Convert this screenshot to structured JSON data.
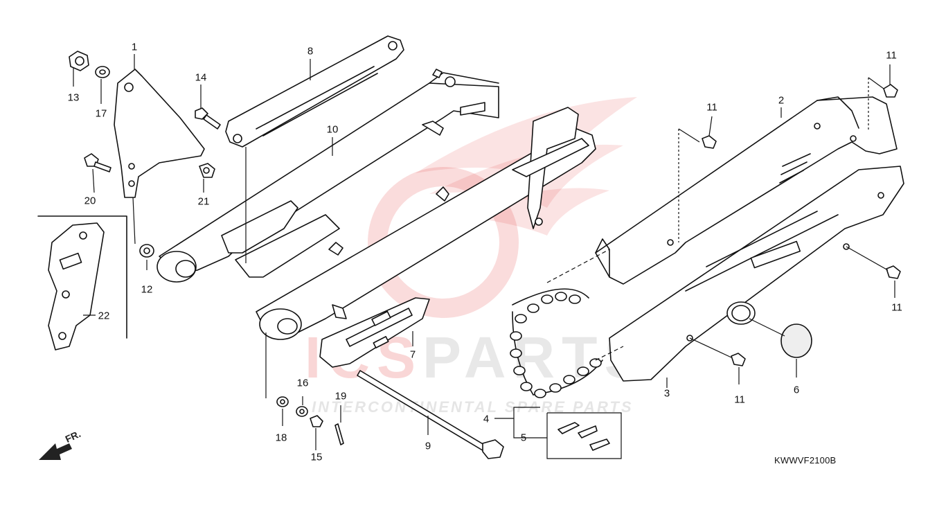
{
  "diagram": {
    "code": "KWWVF2100B",
    "front_marker": "FR.",
    "callouts": [
      "1",
      "2",
      "3",
      "4",
      "5",
      "6",
      "7",
      "8",
      "9",
      "10",
      "11",
      "11",
      "11",
      "11",
      "12",
      "13",
      "14",
      "15",
      "16",
      "17",
      "18",
      "19",
      "20",
      "21",
      "22"
    ]
  },
  "watermark": {
    "logo_part1": "ICS",
    "logo_part2": "PARTS",
    "tagline": "INTERCONTINENTAL SPARE PARTS"
  }
}
